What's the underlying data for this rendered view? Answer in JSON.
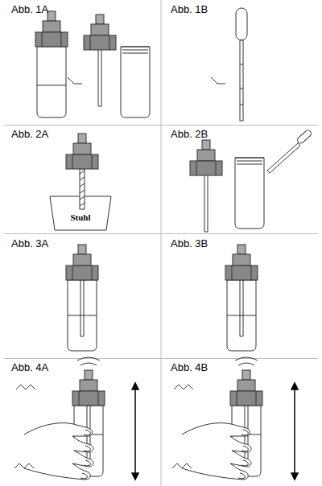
{
  "diagram": {
    "labels": [
      "Abb. 1A",
      "Abb. 1B",
      "Abb. 2A",
      "Abb. 2B",
      "Abb. 3A",
      "Abb. 3B",
      "Abb. 4A",
      "Abb. 4B",
      "Stuhl"
    ]
  }
}
